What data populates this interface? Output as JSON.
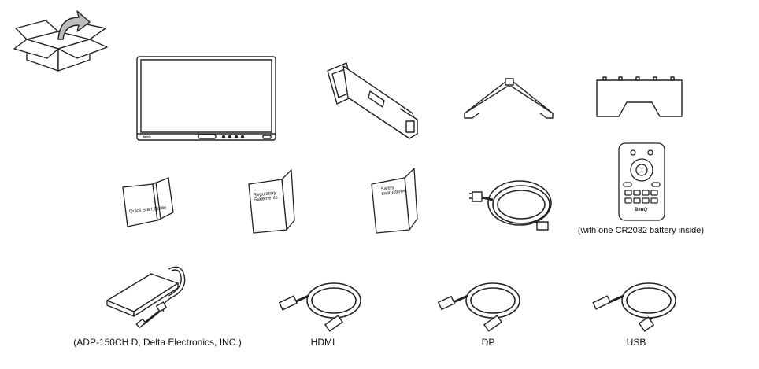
{
  "page": {
    "background": "#ffffff",
    "line_color": "#222222",
    "fill_color": "#ffffff",
    "shade_color": "#d9d9d9"
  },
  "items": {
    "unpack_box": {
      "icon": "open-box-arrow-icon"
    },
    "monitor": {
      "icon": "monitor-icon",
      "brand_mark": "BenQ"
    },
    "stand_arm": {
      "icon": "stand-arm-icon"
    },
    "stand_base": {
      "icon": "stand-base-icon"
    },
    "cable_cover": {
      "icon": "cable-cover-icon"
    },
    "quick_start_guide": {
      "icon": "booklet-icon",
      "text": "Quick Start Guide"
    },
    "regulatory_statements": {
      "icon": "booklet-icon",
      "text": "Regulatory\nStatements"
    },
    "safety_instructions": {
      "icon": "booklet-icon",
      "text": "Safety\nInstructions"
    },
    "power_cord": {
      "icon": "power-cord-icon"
    },
    "remote_control": {
      "icon": "remote-control-icon",
      "brand_mark": "BenQ",
      "caption": "(with one CR2032 battery inside)"
    },
    "power_adapter": {
      "icon": "power-adapter-icon",
      "caption": "(ADP-150CH D, Delta Electronics, INC.)"
    },
    "hdmi_cable": {
      "icon": "hdmi-cable-icon",
      "caption": "HDMI"
    },
    "dp_cable": {
      "icon": "dp-cable-icon",
      "caption": "DP"
    },
    "usb_cable": {
      "icon": "usb-cable-icon",
      "caption": "USB"
    }
  }
}
